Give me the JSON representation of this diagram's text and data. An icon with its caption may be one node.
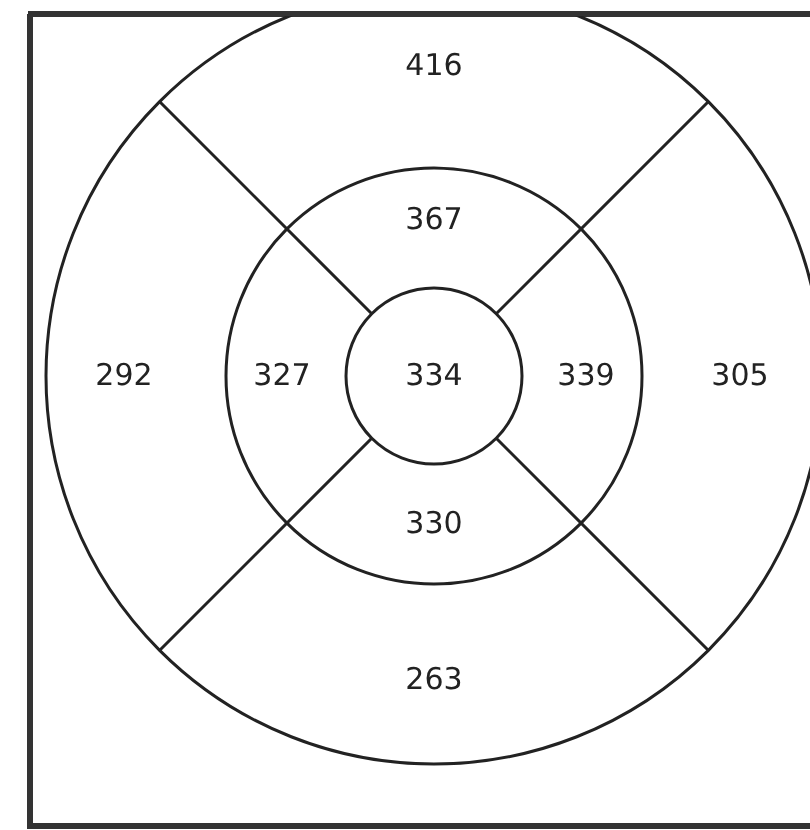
{
  "diagram": {
    "labels": [
      "416",
      "367",
      "292",
      "327",
      "334",
      "339",
      "305",
      "330",
      "263"
    ]
  }
}
